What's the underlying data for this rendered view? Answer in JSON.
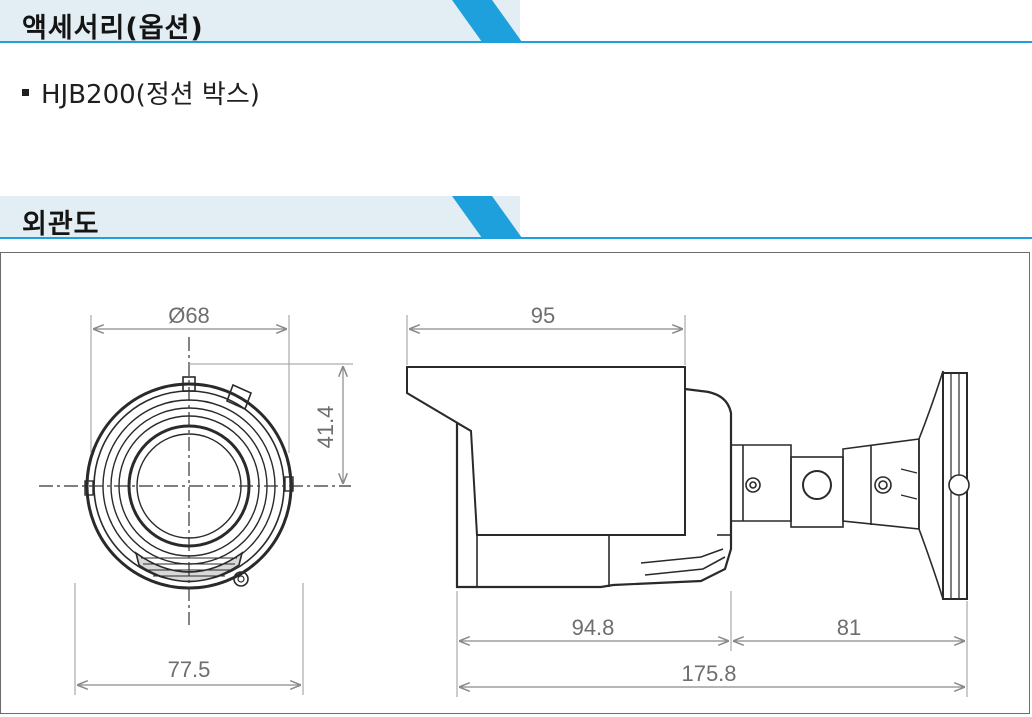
{
  "sections": [
    {
      "title": "액세서리(옵션)"
    },
    {
      "title": "외관도"
    }
  ],
  "accessories": {
    "items": [
      "HJB200(정션 박스)"
    ]
  },
  "dimensions": {
    "front_diameter": "Ø68",
    "front_height": "41.4",
    "front_width": "77.5",
    "side_body_top": "95",
    "side_body_bottom": "94.8",
    "side_bracket": "81",
    "side_total": "175.8"
  },
  "colors": {
    "accent": "#1ea0dc",
    "band": "#e3edf4",
    "dim_text": "#6e6e6e"
  }
}
